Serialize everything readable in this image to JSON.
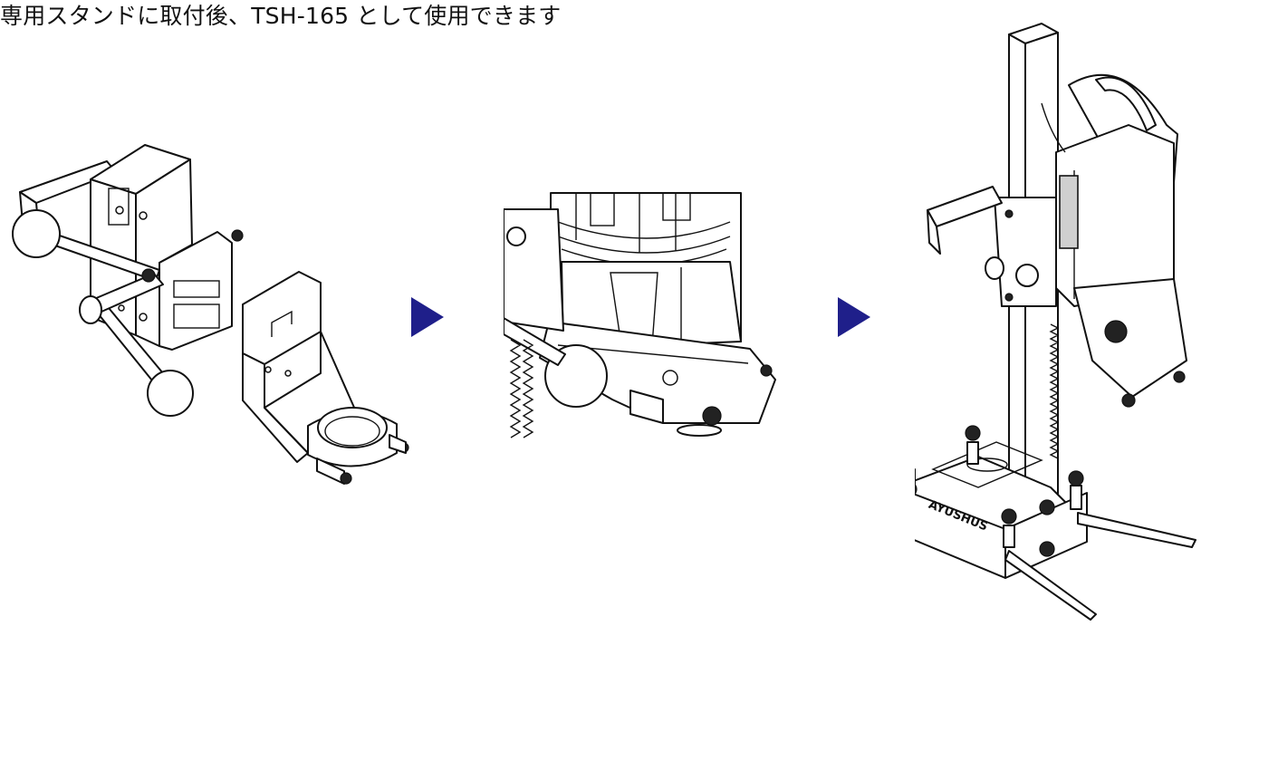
{
  "caption": "専用スタンドに取付後、TSH-165 として使用できます",
  "colors": {
    "arrow": "#1f1f8a",
    "line": "#111111",
    "background": "#ffffff"
  },
  "icons": {
    "step_arrow": "right-triangle-arrow"
  },
  "brand_marking": "AYUSHUS"
}
